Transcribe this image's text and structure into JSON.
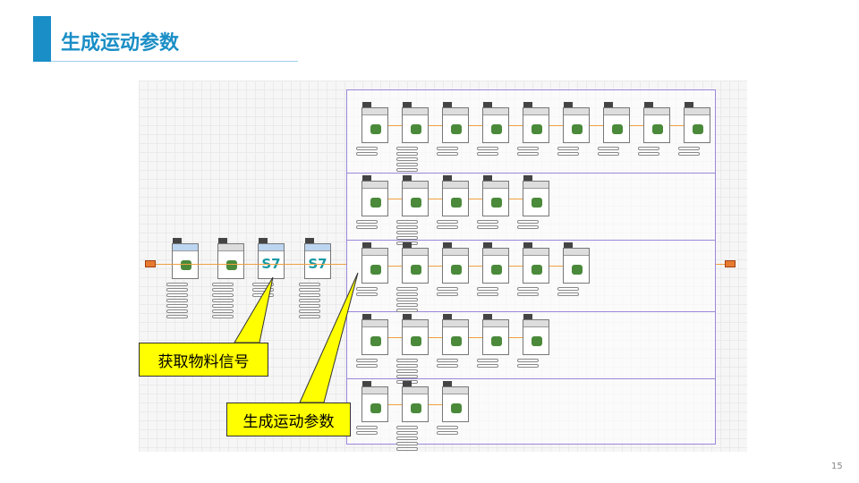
{
  "slide": {
    "title": "生成运动参数",
    "page_number": "15"
  },
  "callouts": [
    {
      "text": "获取物料信号"
    },
    {
      "text": "生成运动参数"
    }
  ],
  "diagram": {
    "s7_label": "S7",
    "rows_node_counts": [
      9,
      5,
      6,
      5,
      3
    ],
    "accent": "#1a8ec6",
    "highlight": "#ffff00"
  }
}
